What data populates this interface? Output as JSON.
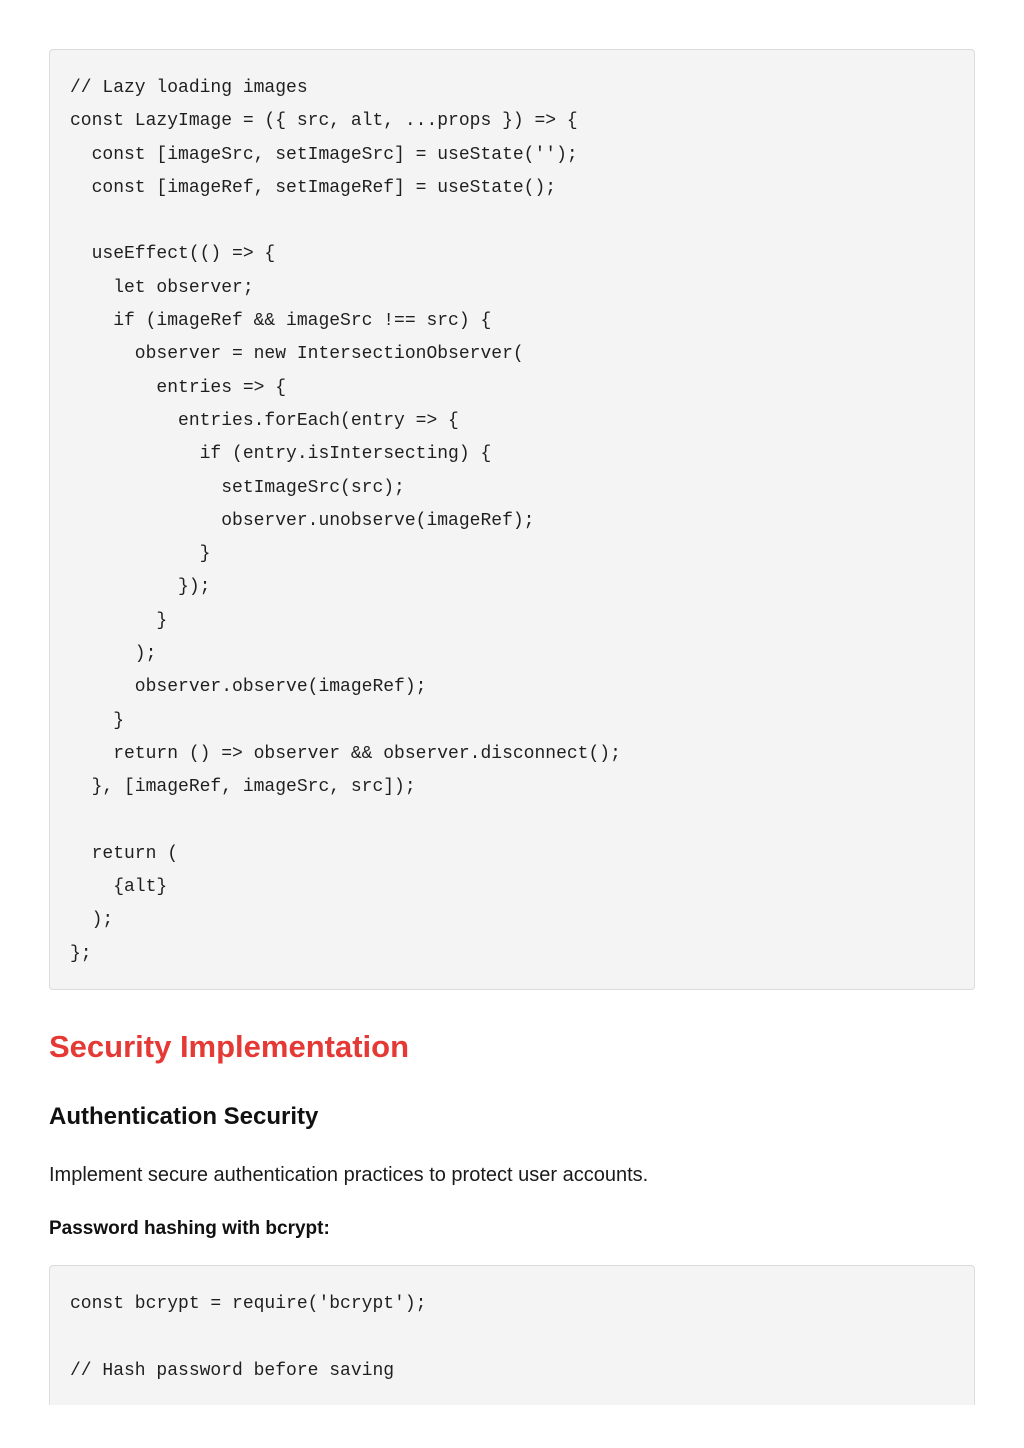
{
  "code_block_1": {
    "lines": [
      "// Lazy loading images",
      "const LazyImage = ({ src, alt, ...props }) => {",
      "  const [imageSrc, setImageSrc] = useState('');",
      "  const [imageRef, setImageRef] = useState();",
      "",
      "  useEffect(() => {",
      "    let observer;",
      "    if (imageRef && imageSrc !== src) {",
      "      observer = new IntersectionObserver(",
      "        entries => {",
      "          entries.forEach(entry => {",
      "            if (entry.isIntersecting) {",
      "              setImageSrc(src);",
      "              observer.unobserve(imageRef);",
      "            }",
      "          });",
      "        }",
      "      );",
      "      observer.observe(imageRef);",
      "    }",
      "    return () => observer && observer.disconnect();",
      "  }, [imageRef, imageSrc, src]);",
      "",
      "  return (",
      "    {alt}",
      "  );",
      "};"
    ]
  },
  "section": {
    "title": "Security Implementation",
    "subtitle": "Authentication Security",
    "paragraph": "Implement secure authentication practices to protect user accounts.",
    "label": "Password hashing with bcrypt:"
  },
  "code_block_2": {
    "lines": [
      "const bcrypt = require('bcrypt');",
      "",
      "// Hash password before saving"
    ]
  },
  "colors": {
    "section_title": "#e53935",
    "code_background": "#f4f4f4",
    "code_border": "#dcdcdc"
  }
}
